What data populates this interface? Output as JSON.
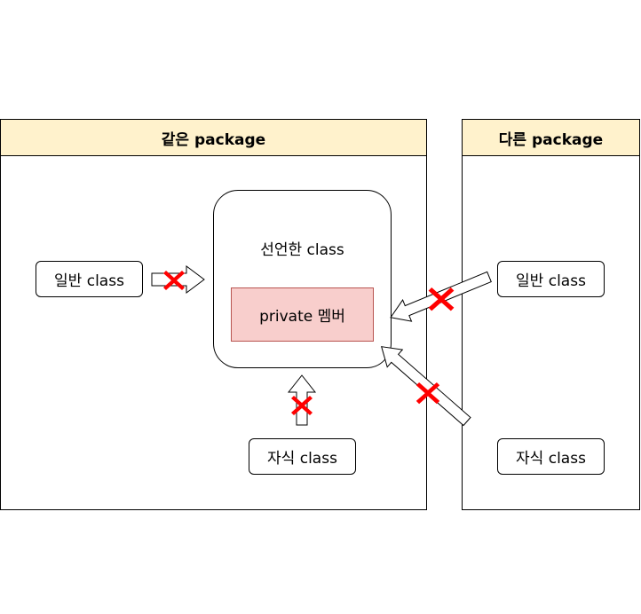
{
  "same_package": {
    "title": "같은 package",
    "regular_class": "일반 class",
    "child_class": "자식 class",
    "declaring_class": "선언한 class",
    "private_member": "private 멤버"
  },
  "other_package": {
    "title": "다른 package",
    "regular_class": "일반 class",
    "child_class": "자식 class"
  },
  "colors": {
    "header_fill": "#fff2cc",
    "private_fill": "#f8cecc",
    "private_border": "#b85450",
    "x_mark": "#ff0000"
  }
}
